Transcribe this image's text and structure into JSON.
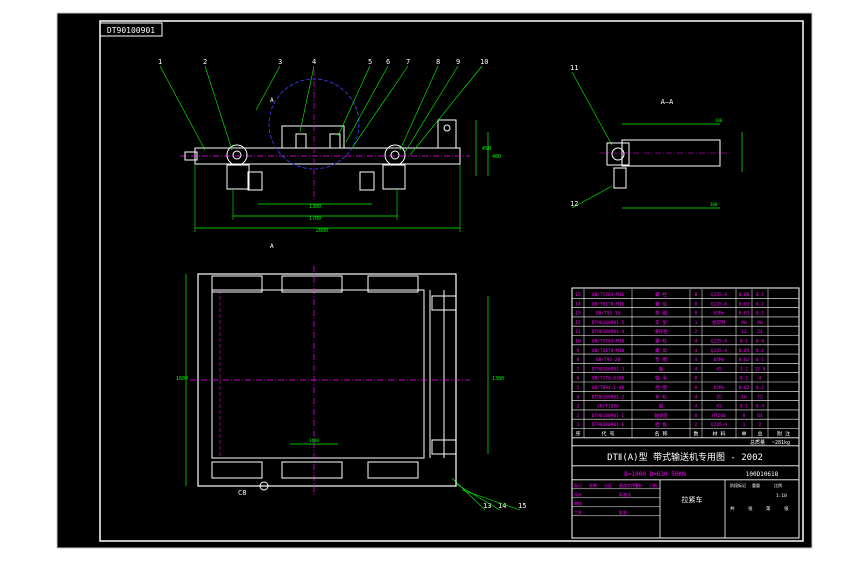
{
  "drawing_number": "DT90100901",
  "section_label": "A—A",
  "section_mark": "A",
  "part_callouts": [
    "1",
    "2",
    "3",
    "4",
    "5",
    "6",
    "7",
    "8",
    "9",
    "10",
    "11",
    "12",
    "13",
    "14",
    "15"
  ],
  "detail_label": "C8",
  "dims": {
    "overall_length": "2800",
    "wheelbase": "1700",
    "inner": "1300",
    "height_1": "450",
    "height_2": "480",
    "side_len": "1600",
    "top_small": "100",
    "bottom_small": "300",
    "left_vertical": "1600",
    "right_vertical": "1380"
  },
  "title_block": {
    "main_title": "DTⅡ(A)型  带式输送机专用图 - 2002",
    "spec_line": "B=1000  D=630  50KN",
    "code": "100D10618",
    "weight_label": "总质量",
    "weight_value": "~281kg",
    "name": "拉紧车",
    "scale": "1:10",
    "header": [
      "序",
      "代  号",
      "名  称",
      "数",
      "材  料",
      "单",
      "总",
      "附  注"
    ],
    "rows": [
      [
        "15",
        "GB/T5783-M16",
        "螺  栓",
        "8",
        "Q235-A",
        "0.06",
        "0.5",
        ""
      ],
      [
        "14",
        "GB/T6170-M16",
        "螺  母",
        "8",
        "Q235-A",
        "0.03",
        "0.2",
        ""
      ],
      [
        "13",
        "GB/T93-16",
        "垫  圈",
        "8",
        "65Mn",
        "0.01",
        "0.1",
        ""
      ],
      [
        "12",
        "DT90100901-5",
        "车 架",
        "1",
        "组焊件",
        "96",
        "96",
        ""
      ],
      [
        "11",
        "DT90100901-4",
        "滑轮组",
        "2",
        "",
        "12",
        "24",
        ""
      ],
      [
        "10",
        "GB/T5783-M20",
        "螺  栓",
        "4",
        "Q235-A",
        "0.1",
        "0.4",
        ""
      ],
      [
        "9",
        "GB/T6170-M20",
        "螺  母",
        "4",
        "Q235-A",
        "0.05",
        "0.2",
        ""
      ],
      [
        "8",
        "GB/T93-20",
        "垫  圈",
        "4",
        "65Mn",
        "0.02",
        "0.1",
        ""
      ],
      [
        "7",
        "DT90100901-3",
        "轴",
        "4",
        "45",
        "3.2",
        "12.8",
        ""
      ],
      [
        "6",
        "GB/T276-6308",
        "轴  承",
        "8",
        "",
        "0.5",
        "4",
        ""
      ],
      [
        "5",
        "GB/T894.1-40",
        "挡  圈",
        "8",
        "65Mn",
        "0.02",
        "0.2",
        ""
      ],
      [
        "4",
        "DT90100901-2",
        "车  轮",
        "4",
        "ZG",
        "18",
        "72",
        ""
      ],
      [
        "3",
        "GB/T1096",
        "键",
        "4",
        "45",
        "0.1",
        "0.4",
        ""
      ],
      [
        "2",
        "DT90100901-1",
        "轴承座",
        "8",
        "HT200",
        "8",
        "64",
        ""
      ],
      [
        "1",
        "DT90100901-6",
        "挡  板",
        "2",
        "Q235-A",
        "1",
        "2",
        ""
      ]
    ],
    "bottom_rows": [
      [
        "标记",
        "处数",
        "分区",
        "更改文件号",
        "签名",
        "日期"
      ],
      [
        "设计",
        "",
        "",
        "标准化",
        "",
        ""
      ],
      [
        "审核",
        "",
        "",
        "",
        "",
        ""
      ],
      [
        "工艺",
        "",
        "",
        "批准",
        "",
        ""
      ]
    ],
    "stage_labels": [
      "阶段标记",
      "重量",
      "比例"
    ],
    "sheet": [
      "共",
      "张",
      "第",
      "张"
    ]
  }
}
